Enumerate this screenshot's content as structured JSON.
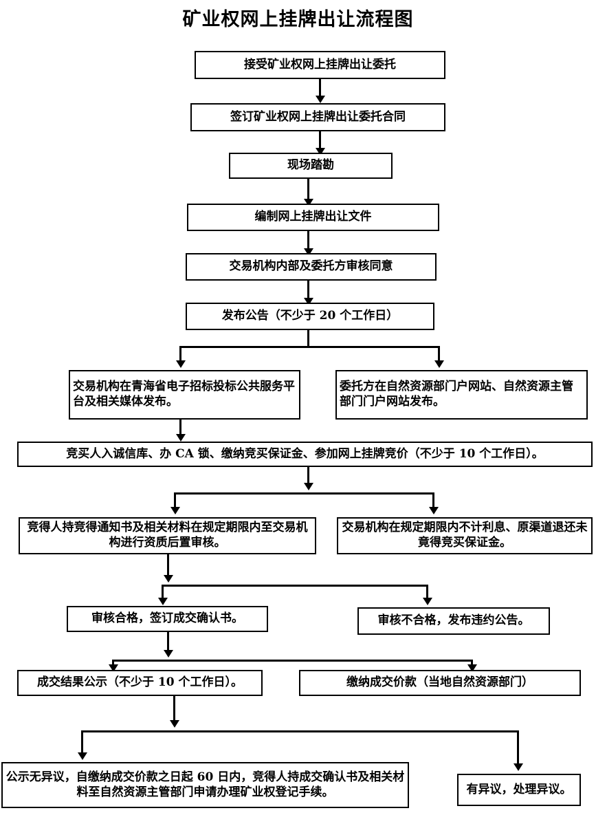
{
  "diagram": {
    "title": "矿业权网上挂牌出让流程图",
    "type": "flowchart",
    "orientation": "top-to-bottom",
    "colors": {
      "background": "#ffffff",
      "box_border": "#000000",
      "text": "#000000",
      "connector": "#000000"
    },
    "nodes": [
      {
        "id": "n1",
        "label": "接受矿业权网上挂牌出让委托"
      },
      {
        "id": "n2",
        "label": "签订矿业权网上挂牌出让委托合同"
      },
      {
        "id": "n3",
        "label": "现场踏勘"
      },
      {
        "id": "n4",
        "label": "编制网上挂牌出让文件"
      },
      {
        "id": "n5",
        "label": "交易机构内部及委托方审核同意"
      },
      {
        "id": "n6",
        "label": "发布公告（不少于 20 个工作日）"
      },
      {
        "id": "n7",
        "label": "交易机构在青海省电子招标投标公共服务平台及相关媒体发布。"
      },
      {
        "id": "n8",
        "label": "委托方在自然资源部门户网站、自然资源主管部门门户网站发布。"
      },
      {
        "id": "n9",
        "label": "竞买人入诚信库、办 CA 锁、缴纳竞买保证金、参加网上挂牌竞价（不少于 10 个工作日）。"
      },
      {
        "id": "n10",
        "label": "竞得人持竞得通知书及相关材料在规定期限内至交易机构进行资质后置审核。"
      },
      {
        "id": "n11",
        "label": "交易机构在规定期限内不计利息、原渠道退还未竟得竞买保证金。"
      },
      {
        "id": "n12",
        "label": "审核合格，签订成交确认书。"
      },
      {
        "id": "n13",
        "label": "审核不合格，发布违约公告。"
      },
      {
        "id": "n14",
        "label": "成交结果公示（不少于 10 个工作日）。"
      },
      {
        "id": "n15",
        "label": "缴纳成交价款（当地自然资源部门）"
      },
      {
        "id": "n16",
        "label": "公示无异议，自缴纳成交价款之日起 60 日内，竞得人持成交确认书及相关材料至自然资源主管部门申请办理矿业权登记手续。"
      },
      {
        "id": "n17",
        "label": "有异议，处理异议。"
      }
    ],
    "edges": [
      {
        "from": "n1",
        "to": "n2"
      },
      {
        "from": "n2",
        "to": "n3"
      },
      {
        "from": "n3",
        "to": "n4"
      },
      {
        "from": "n4",
        "to": "n5"
      },
      {
        "from": "n5",
        "to": "n6"
      },
      {
        "from": "n6",
        "to": "n7"
      },
      {
        "from": "n6",
        "to": "n8"
      },
      {
        "from": "n7",
        "to": "n9"
      },
      {
        "from": "n9",
        "to": "n10"
      },
      {
        "from": "n9",
        "to": "n11"
      },
      {
        "from": "n10",
        "to": "n12"
      },
      {
        "from": "n10",
        "to": "n13"
      },
      {
        "from": "n12",
        "to": "n14"
      },
      {
        "from": "n12",
        "to": "n15"
      },
      {
        "from": "n14",
        "to": "n16"
      },
      {
        "from": "n14",
        "to": "n17"
      }
    ]
  }
}
